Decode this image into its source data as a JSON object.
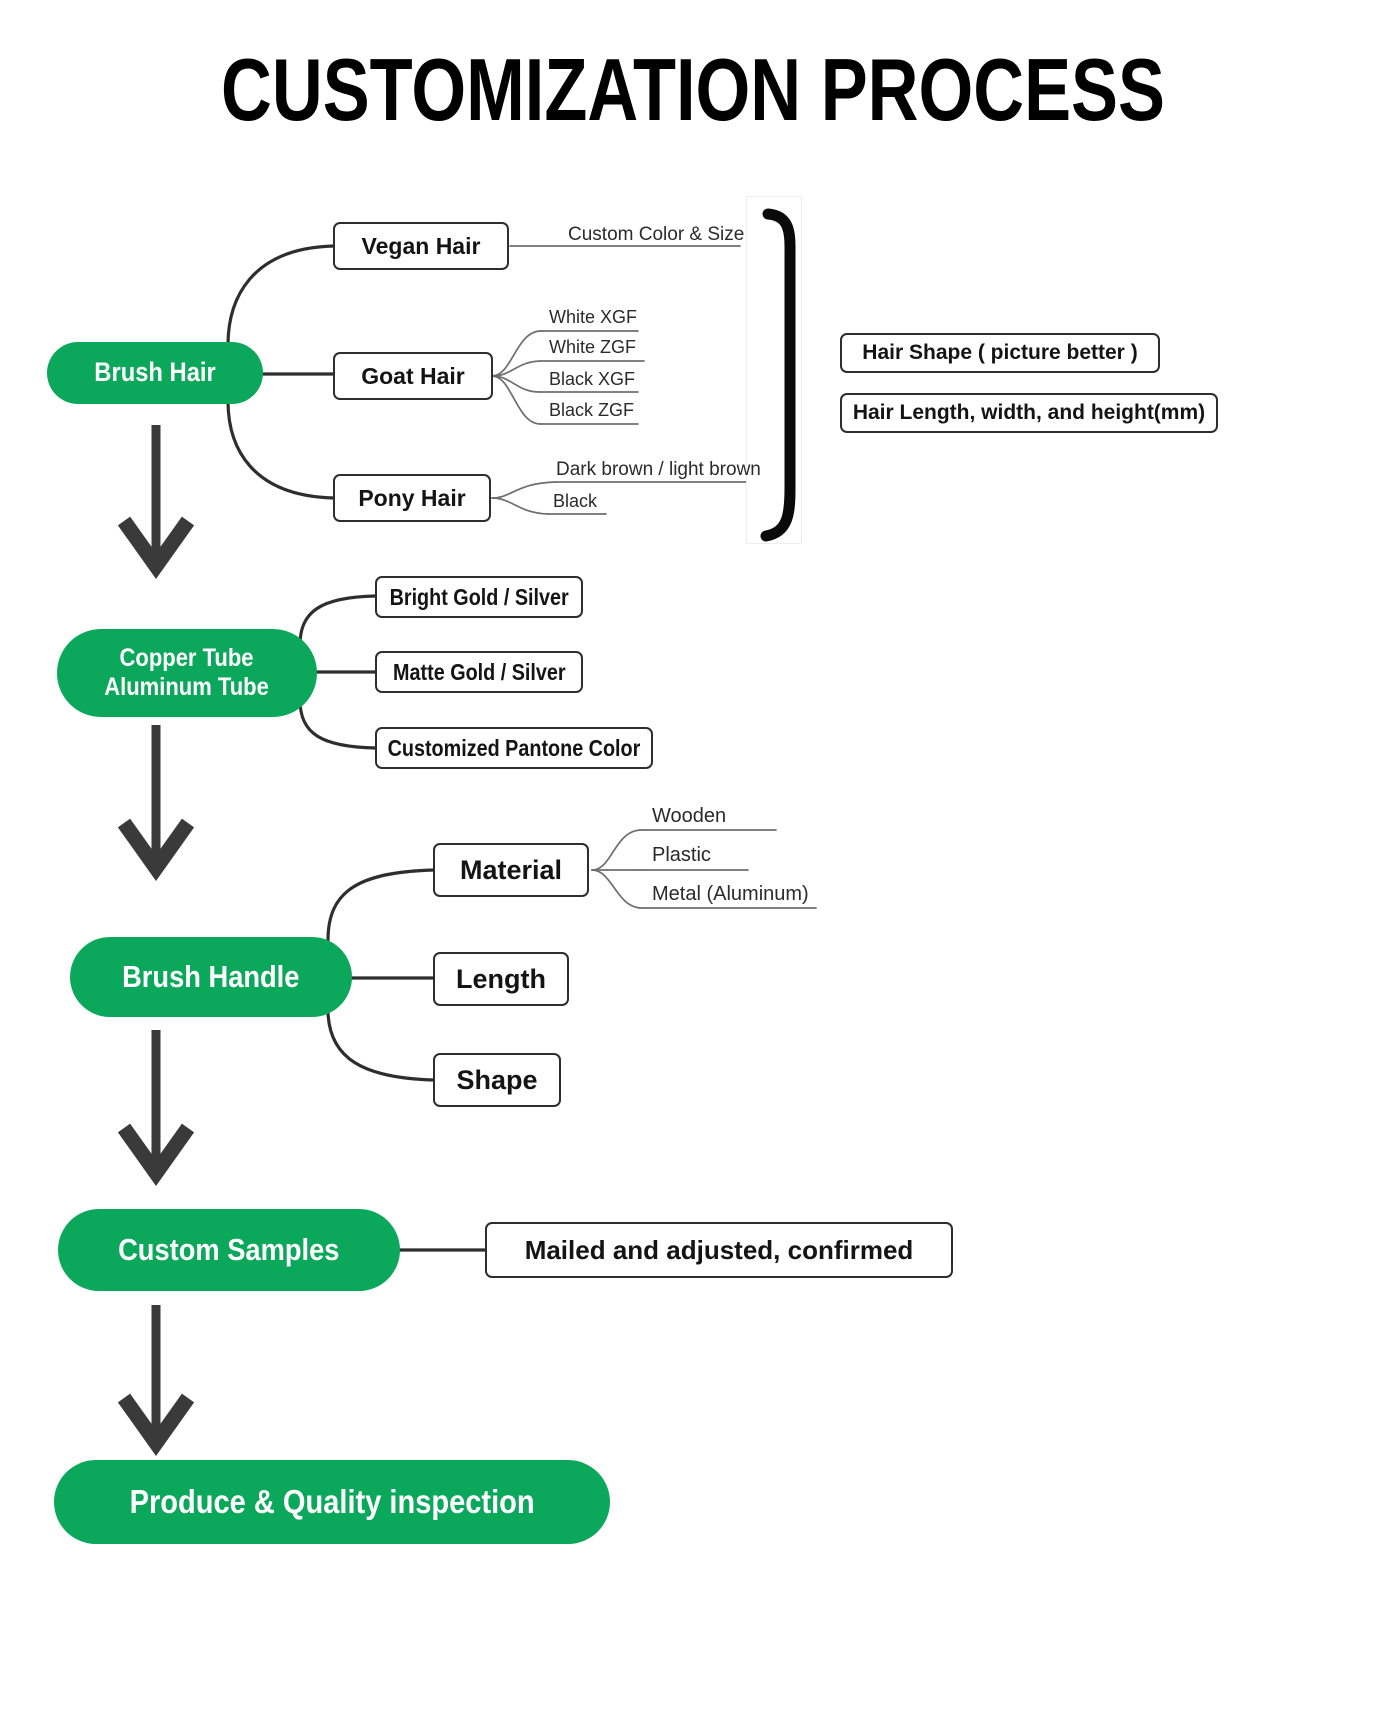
{
  "page": {
    "title": "CUSTOMIZATION PROCESS",
    "background": "#ffffff",
    "accent_green": "#0BA75B",
    "line_color": "#2e2e2e",
    "text_color": "#141414"
  },
  "diagram": {
    "type": "flowchart",
    "orientation": "top-to-bottom",
    "stages": [
      {
        "id": "brush-hair",
        "label": "Brush Hair",
        "children": [
          {
            "label": "Vegan Hair",
            "style": "box",
            "children": [
              {
                "label": "Custom Color & Size",
                "style": "sublabel"
              }
            ]
          },
          {
            "label": "Goat Hair",
            "style": "box",
            "children": [
              {
                "label": "White XGF",
                "style": "sublabel"
              },
              {
                "label": "White ZGF",
                "style": "sublabel"
              },
              {
                "label": "Black XGF",
                "style": "sublabel"
              },
              {
                "label": "Black ZGF",
                "style": "sublabel"
              }
            ]
          },
          {
            "label": "Pony Hair",
            "style": "box",
            "children": [
              {
                "label": "Dark brown / light brown",
                "style": "sublabel"
              },
              {
                "label": "Black",
                "style": "sublabel"
              }
            ]
          }
        ],
        "brace_notes": [
          "Hair Shape ( picture better )",
          "Hair Length, width, and height(mm)"
        ]
      },
      {
        "id": "copper-aluminum-tube",
        "label": "Copper Tube\nAluminum Tube",
        "children": [
          {
            "label": "Bright Gold / Silver",
            "style": "box"
          },
          {
            "label": "Matte Gold / Silver",
            "style": "box"
          },
          {
            "label": "Customized Pantone Color",
            "style": "box"
          }
        ]
      },
      {
        "id": "brush-handle",
        "label": "Brush Handle",
        "children": [
          {
            "label": "Material",
            "style": "box",
            "children": [
              {
                "label": "Wooden",
                "style": "sublabel"
              },
              {
                "label": "Plastic",
                "style": "sublabel"
              },
              {
                "label": "Metal (Aluminum)",
                "style": "sublabel"
              }
            ]
          },
          {
            "label": "Length",
            "style": "box"
          },
          {
            "label": "Shape",
            "style": "box"
          }
        ]
      },
      {
        "id": "custom-samples",
        "label": "Custom Samples",
        "children": [
          {
            "label": "Mailed and adjusted,  confirmed",
            "style": "box"
          }
        ]
      },
      {
        "id": "produce-quality-inspection",
        "label": "Produce & Quality inspection",
        "children": []
      }
    ]
  },
  "nodes": {
    "brush_hair": "Brush Hair",
    "vegan_hair": "Vegan Hair",
    "goat_hair": "Goat Hair",
    "pony_hair": "Pony Hair",
    "custom_color_size": "Custom Color & Size",
    "white_xgf": "White XGF",
    "white_zgf": "White ZGF",
    "black_xgf": "Black XGF",
    "black_zgf": "Black ZGF",
    "dark_light_brown": "Dark brown / light brown",
    "black": "Black",
    "hair_shape": "Hair Shape ( picture better )",
    "hair_length": "Hair Length, width, and height(mm)",
    "copper_tube": "Copper Tube\nAluminum Tube",
    "bright_gold_silver": "Bright Gold / Silver",
    "matte_gold_silver": "Matte Gold / Silver",
    "customized_pantone": "Customized Pantone Color",
    "brush_handle": "Brush Handle",
    "material": "Material",
    "length": "Length",
    "shape": "Shape",
    "wooden": "Wooden",
    "plastic": "Plastic",
    "metal_aluminum": "Metal (Aluminum)",
    "custom_samples": "Custom Samples",
    "mailed_confirmed": "Mailed and adjusted,  confirmed",
    "produce_quality": "Produce & Quality inspection"
  }
}
